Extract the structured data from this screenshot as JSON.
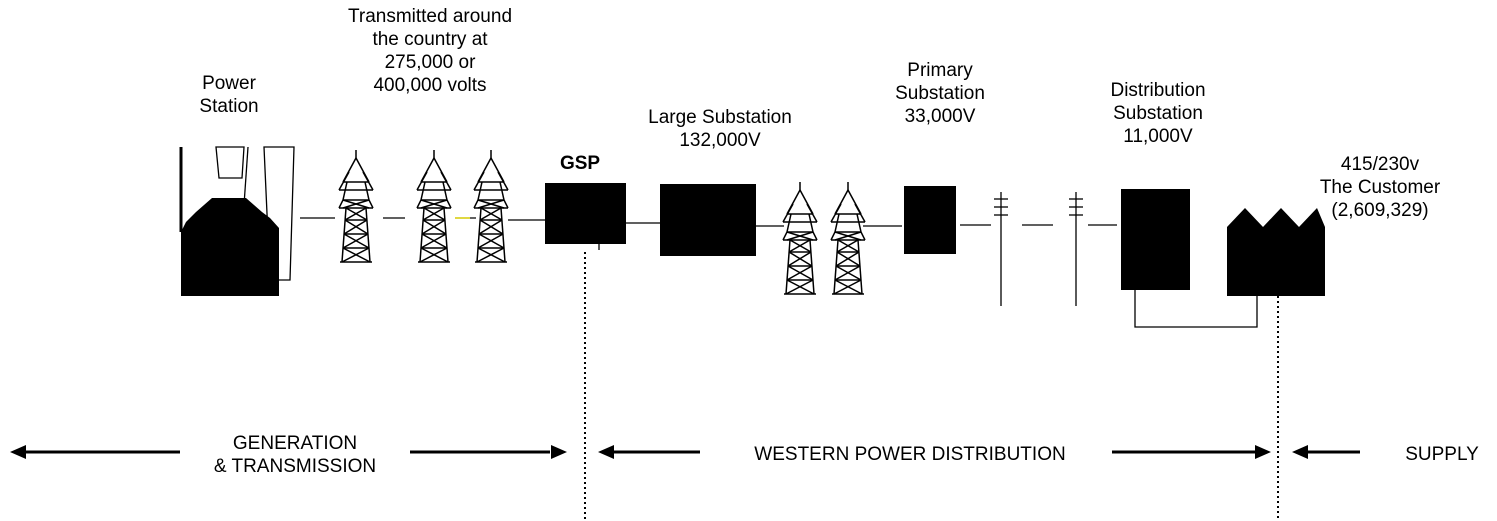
{
  "labels": {
    "power_station": [
      "Power",
      "Station"
    ],
    "transmitted": [
      "Transmitted around",
      "the country at",
      "275,000 or",
      "400,000 volts"
    ],
    "gsp": "GSP",
    "large_substation": [
      "Large Substation",
      "132,000V"
    ],
    "primary_substation": [
      "Primary",
      "Substation",
      "33,000V"
    ],
    "distribution_substation": [
      "Distribution",
      "Substation",
      "11,000V"
    ],
    "customer": [
      "415/230v",
      "The Customer",
      "(2,609,329)"
    ]
  },
  "sections": {
    "generation": [
      "GENERATION",
      "& TRANSMISSION"
    ],
    "wpd": "WESTERN POWER DISTRIBUTION",
    "supply": "SUPPLY"
  },
  "colors": {
    "ink": "#000000",
    "background": "#ffffff",
    "link_highlight": "#f2e600"
  },
  "icons": [
    "power-station-icon",
    "pylon-icon",
    "substation-icon",
    "pole-icon",
    "customer-factory-icon",
    "arrow-icon"
  ]
}
